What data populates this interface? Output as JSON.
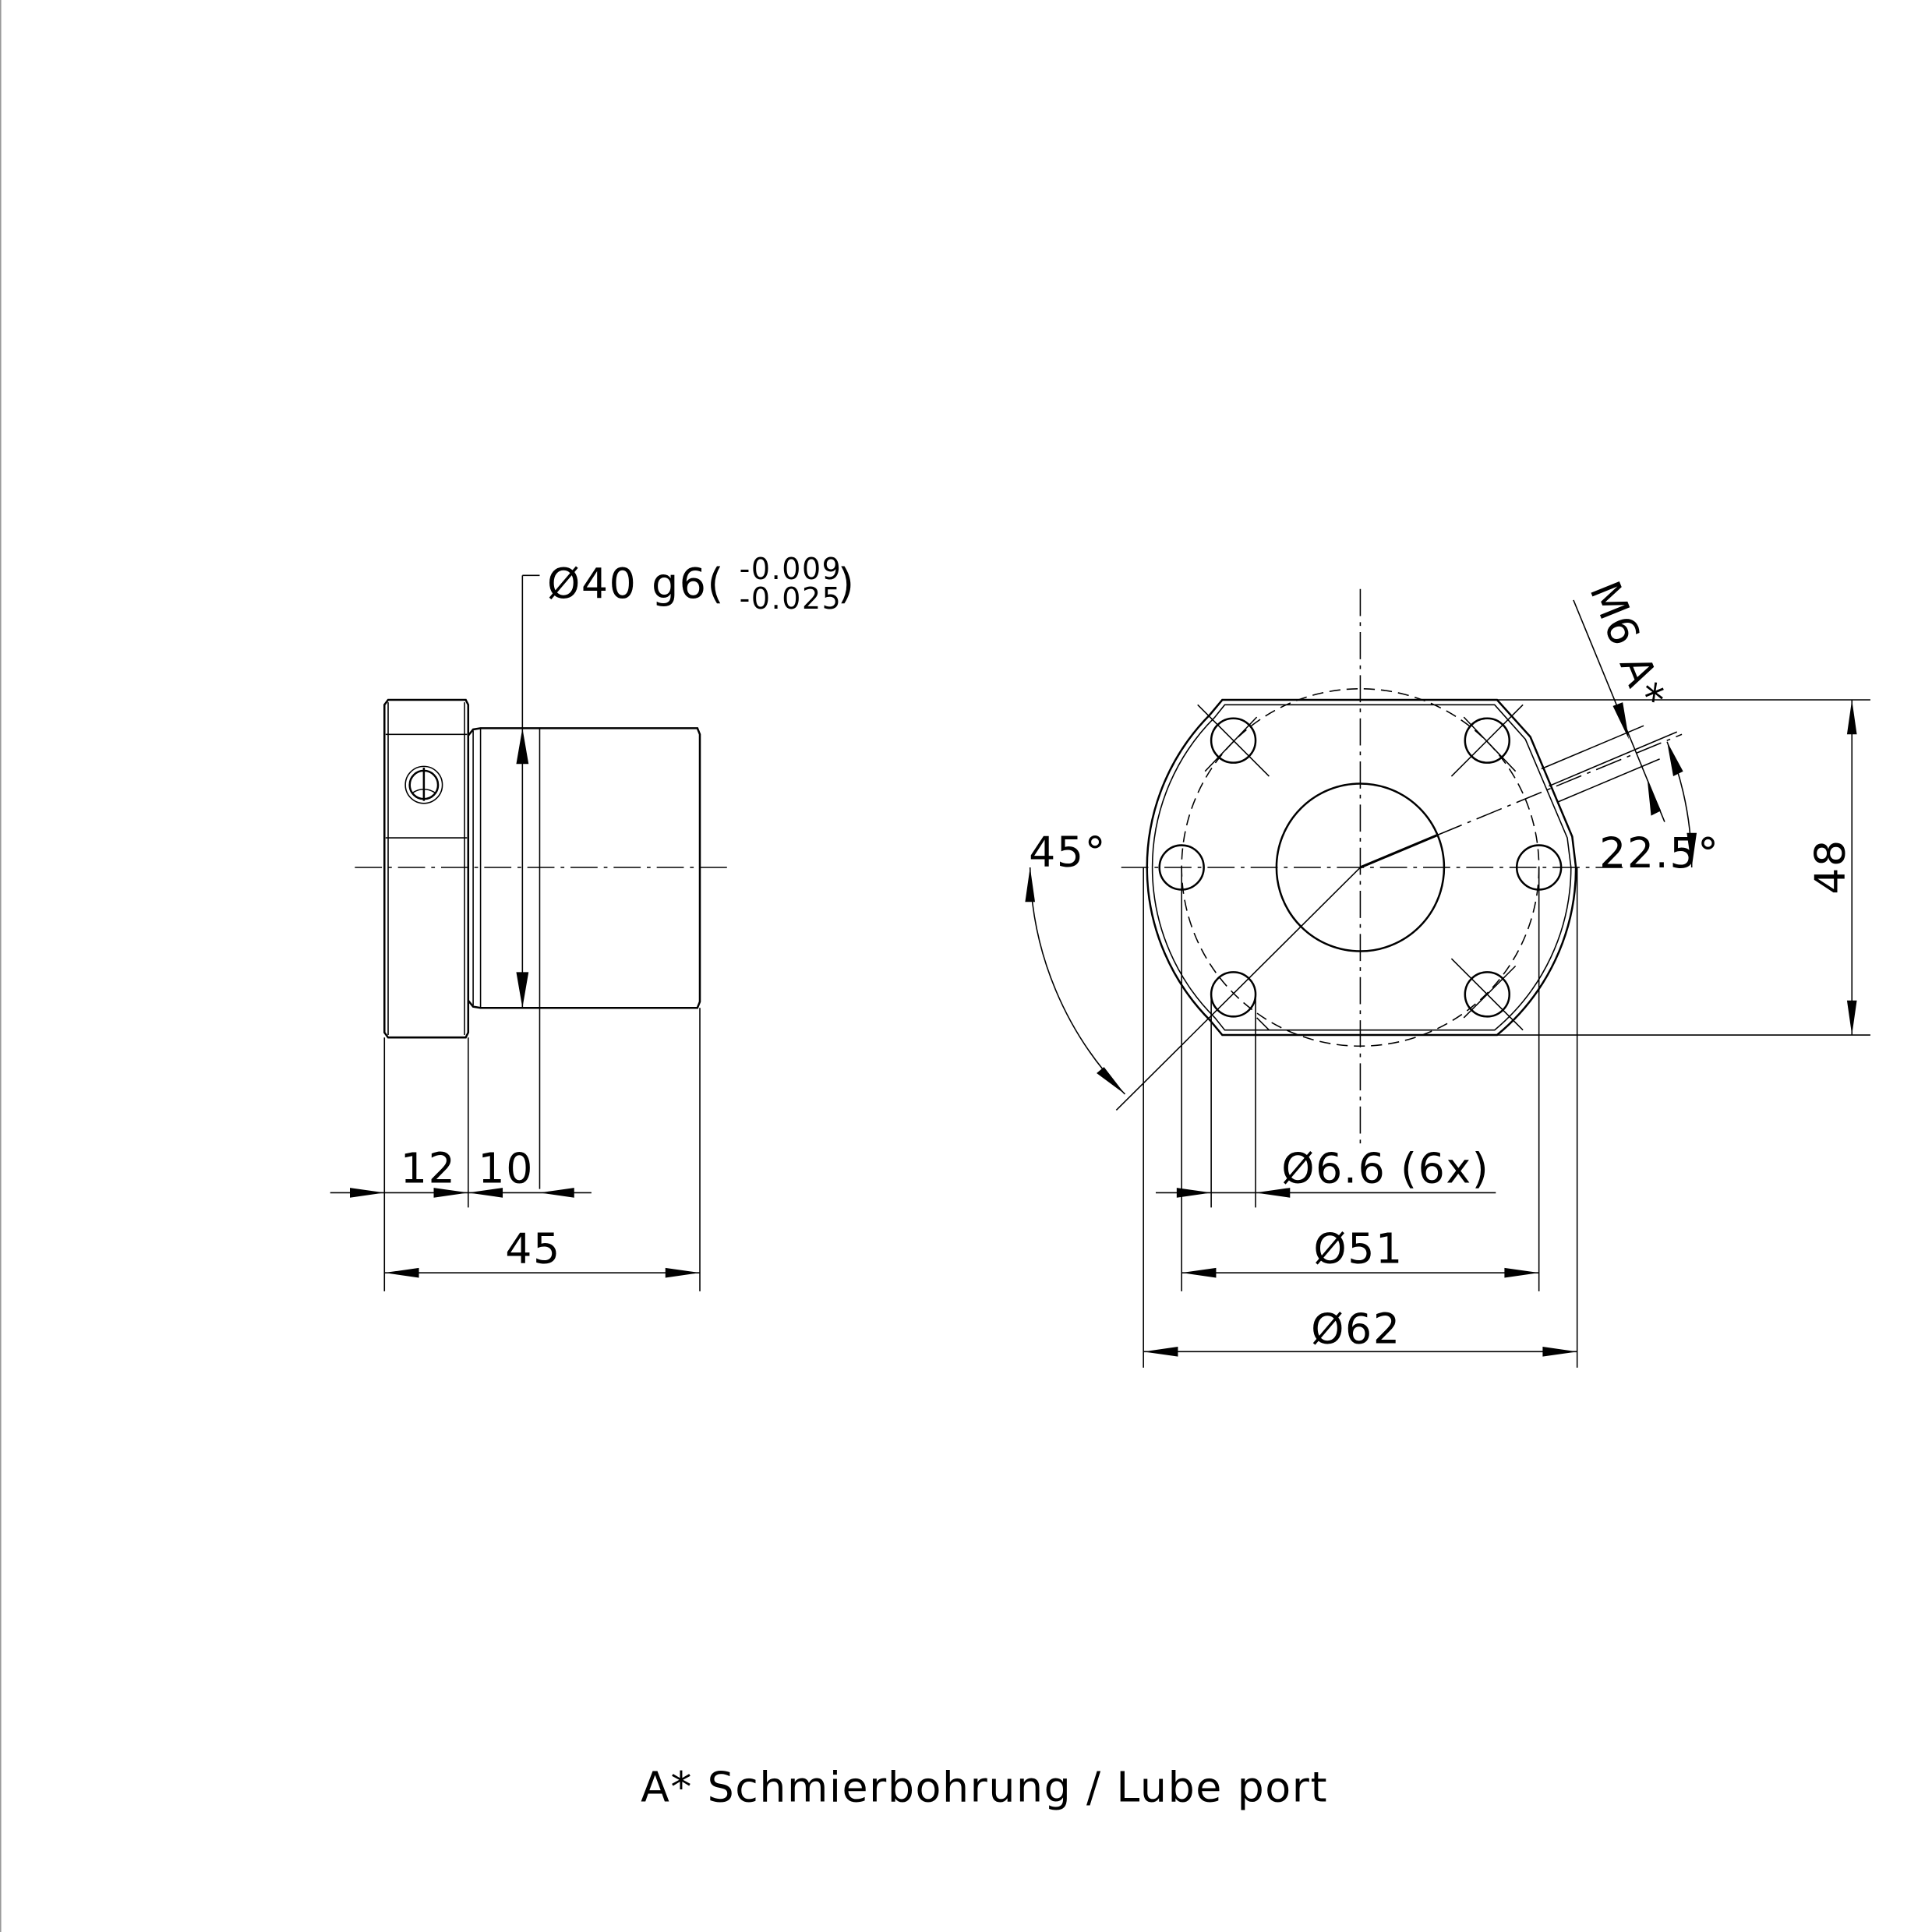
{
  "side_view": {
    "diameter_label": "Ø40 g6(",
    "tolerance_upper": "-0.009",
    "tolerance_lower": "-0.025",
    "tolerance_close": ")",
    "dim_flange": "12",
    "dim_neck": "10",
    "dim_length": "45"
  },
  "front_view": {
    "lube_port_label": "M6 A*",
    "angle_lube": "22.5°",
    "angle_left": "45°",
    "dim_height": "48",
    "dim_holes": "Ø6.6 (6x)",
    "dim_bolt_circle": "Ø51",
    "dim_outer": "Ø62"
  },
  "caption": "A* Schmierbohrung / Lube port"
}
